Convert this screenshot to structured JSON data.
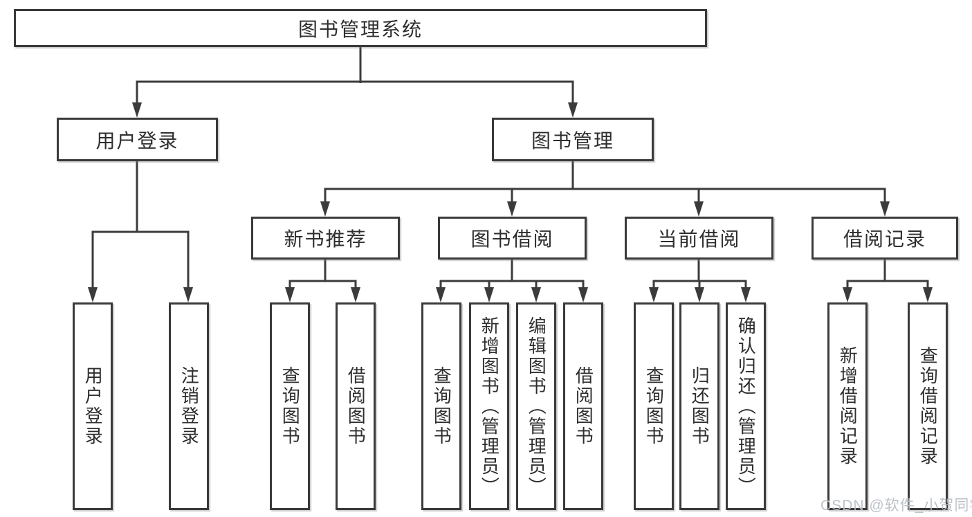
{
  "diagram": {
    "type": "hierarchy-tree",
    "line_color": "#3b3b3b",
    "box_background": "#ffffff",
    "text_color": "#2e2e2e"
  },
  "nodes": {
    "root": {
      "label": "图书管理系统"
    },
    "user_login": {
      "label": "用户登录"
    },
    "book_mgmt": {
      "label": "图书管理"
    },
    "login_user": {
      "label": "用户登录"
    },
    "login_logout": {
      "label": "注销登录"
    },
    "new_books": {
      "label": "新书推荐"
    },
    "book_borrow": {
      "label": "图书借阅"
    },
    "current_borrow": {
      "label": "当前借阅"
    },
    "borrow_records": {
      "label": "借阅记录"
    },
    "nb_query": {
      "label": "查询图书"
    },
    "nb_borrow": {
      "label": "借阅图书"
    },
    "bb_query": {
      "label": "查询图书"
    },
    "bb_add": {
      "label": "新增图书（管理员）"
    },
    "bb_edit": {
      "label": "编辑图书（管理员）"
    },
    "bb_borrow": {
      "label": "借阅图书"
    },
    "cb_query": {
      "label": "查询图书"
    },
    "cb_return": {
      "label": "归还图书"
    },
    "cb_confirm": {
      "label": "确认归还（管理员）"
    },
    "br_add": {
      "label": "新增借阅记录"
    },
    "br_query": {
      "label": "查询借阅记录"
    }
  },
  "edges": [
    {
      "from": "root",
      "to": "user_login"
    },
    {
      "from": "root",
      "to": "book_mgmt"
    },
    {
      "from": "user_login",
      "to": "login_user"
    },
    {
      "from": "user_login",
      "to": "login_logout"
    },
    {
      "from": "book_mgmt",
      "to": "new_books"
    },
    {
      "from": "book_mgmt",
      "to": "book_borrow"
    },
    {
      "from": "book_mgmt",
      "to": "current_borrow"
    },
    {
      "from": "book_mgmt",
      "to": "borrow_records"
    },
    {
      "from": "new_books",
      "to": "nb_query"
    },
    {
      "from": "new_books",
      "to": "nb_borrow"
    },
    {
      "from": "book_borrow",
      "to": "bb_query"
    },
    {
      "from": "book_borrow",
      "to": "bb_add"
    },
    {
      "from": "book_borrow",
      "to": "bb_edit"
    },
    {
      "from": "book_borrow",
      "to": "bb_borrow"
    },
    {
      "from": "current_borrow",
      "to": "cb_query"
    },
    {
      "from": "current_borrow",
      "to": "cb_return"
    },
    {
      "from": "current_borrow",
      "to": "cb_confirm"
    },
    {
      "from": "borrow_records",
      "to": "br_add"
    },
    {
      "from": "borrow_records",
      "to": "br_query"
    }
  ],
  "watermark": "CSDN @软件_小贺同学"
}
